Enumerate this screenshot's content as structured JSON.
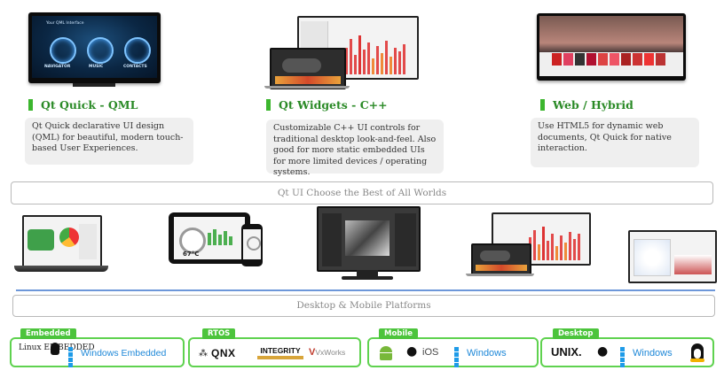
{
  "top": {
    "qml": {
      "title": "Qt Quick - QML",
      "description": "Qt Quick declarative UI design (QML) for beautiful, modern touch-based User Experiences.",
      "screen": {
        "header": "Your QML Interface",
        "menu_navigator": "NAVIGATOR",
        "menu_music": "MUSIC",
        "menu_contacts": "CONTACTS"
      }
    },
    "widgets": {
      "title": "Qt Widgets - C++",
      "description": "Customizable C++ UI controls for traditional desktop look-and-feel. Also good for more static embedded UIs for more limited devices / operating systems."
    },
    "web": {
      "title": "Web / Hybrid",
      "description": "Use HTML5 for dynamic web documents, Qt Quick for native interaction."
    }
  },
  "banner_top": "Qt UI Choose the Best of All Worlds",
  "banner_bottom": "Desktop & Mobile Platforms",
  "tablet_reading": "67°C",
  "platforms": [
    {
      "label": "Embedded",
      "items": [
        "Linux EMBEDDED",
        "Windows Embedded"
      ]
    },
    {
      "label": "RTOS",
      "items": [
        "QNX",
        "INTEGRITY",
        "VxWorks"
      ]
    },
    {
      "label": "Mobile",
      "items": [
        "iOS",
        "Windows"
      ]
    },
    {
      "label": "Desktop",
      "items": [
        "UNIX.",
        "Windows"
      ]
    }
  ],
  "colors": {
    "accent_green": "#3cb62e",
    "heading_green": "#2a8a26",
    "windows_blue": "#1e88d8",
    "divider_blue": "#6d97d9"
  },
  "icons": [
    "android-icon",
    "apple-icon",
    "windows-icon",
    "linux-tux-icon",
    "blackberry-icon"
  ]
}
